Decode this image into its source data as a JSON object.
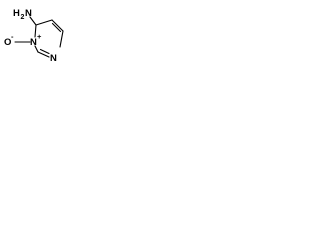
{
  "molecule": {
    "atoms": {
      "amine": {
        "symbol": "H",
        "count": "2",
        "element": "N"
      },
      "oxide_oxygen": {
        "symbol": "O",
        "charge": "-"
      },
      "ring_n_oxide": {
        "symbol": "N",
        "charge": "+"
      },
      "ring_n_lower": {
        "symbol": "N"
      }
    }
  },
  "colors": {
    "bond": "#000000",
    "label": "#000000",
    "background": "#ffffff"
  }
}
